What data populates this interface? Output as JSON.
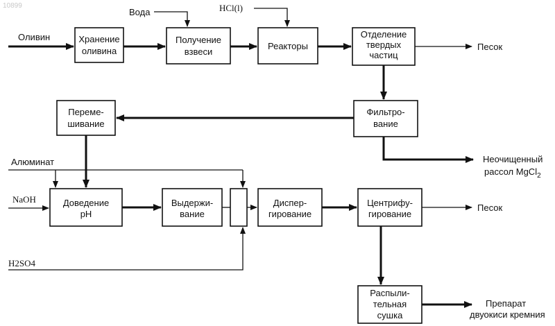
{
  "watermark": "10899",
  "boxes": {
    "storage": [
      "Хранение",
      "оливина"
    ],
    "slurry": [
      "Получение",
      "взвеси"
    ],
    "reactors": [
      "Реакторы"
    ],
    "separation": [
      "Отделение",
      "твердых",
      "частиц"
    ],
    "filtration": [
      "Фильтро-",
      "вание"
    ],
    "mixing": [
      "Переме-",
      "шивание"
    ],
    "ph": [
      "Доведение",
      "pH"
    ],
    "aging": [
      "Выдержи-",
      "вание"
    ],
    "dispersing": [
      "Диспер-",
      "гирование"
    ],
    "centrifuging": [
      "Центрифу-",
      "гирование"
    ],
    "spray_drying": [
      "Распыли-",
      "тельная",
      "сушка"
    ]
  },
  "labels": {
    "olivine": "Оливин",
    "water": "Вода",
    "hcl": "HCl(l)",
    "sand_1": "Песок",
    "brine_line1": "Неочищенный",
    "brine_line2": "рассол MgCl",
    "brine_sub": "2",
    "aluminate": "Алюминат",
    "naoh": "NaOH",
    "h2so4": "H2SO4",
    "sand_2": "Песок",
    "product_line1": "Препарат",
    "product_line2": "двуокиси кремния"
  }
}
